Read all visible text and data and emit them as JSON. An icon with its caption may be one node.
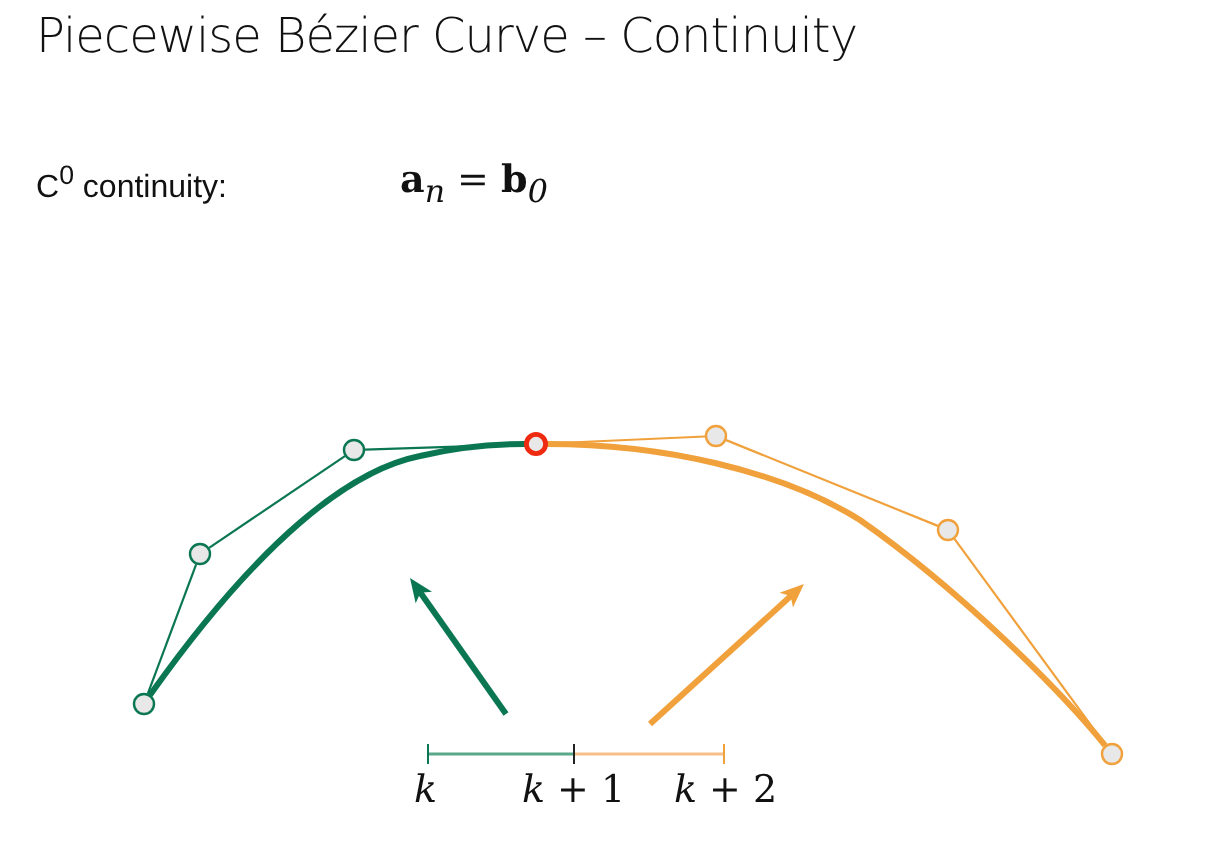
{
  "diagram": {
    "title": "Piecewise Bézier Curve – Continuity",
    "nodes": [
      {
        "text": [],
        "shape": "circle"
      },
      {
        "text": [],
        "shape": "circle"
      },
      {
        "text": [],
        "shape": "circle"
      },
      {
        "text": [],
        "shape": "circle"
      },
      {
        "text": [],
        "shape": "circle"
      },
      {
        "text": [],
        "shape": "circle"
      },
      {
        "text": [],
        "shape": "circle"
      }
    ],
    "edges": [
      {
        "from": 0,
        "to": 1,
        "arrow": "none",
        "color": "#0b7752"
      },
      {
        "from": 1,
        "to": 2,
        "arrow": "none",
        "color": "#0b7752"
      },
      {
        "from": 2,
        "to": 3,
        "arrow": "none",
        "color": "#0b7752"
      },
      {
        "from": 3,
        "to": 4,
        "arrow": "none",
        "color": "#f0a13c"
      },
      {
        "from": 4,
        "to": 5,
        "arrow": "none",
        "color": "#f0a13c"
      },
      {
        "from": 5,
        "to": 6,
        "arrow": "none",
        "color": "#f0a13c"
      },
      {
        "from": 0,
        "to": 3,
        "arrow": "none",
        "style": "thick",
        "color": "#0b7752"
      },
      {
        "from": 3,
        "to": 6,
        "arrow": "none",
        "style": "thick",
        "color": "#f0a13c"
      }
    ],
    "labels": [
      "C$^{0}$ continuity:",
      "**a**$_{n}$ = **b**$_{0}$",
      "k",
      "*k* + 1",
      "*k* + 2"
    ]
  }
}
